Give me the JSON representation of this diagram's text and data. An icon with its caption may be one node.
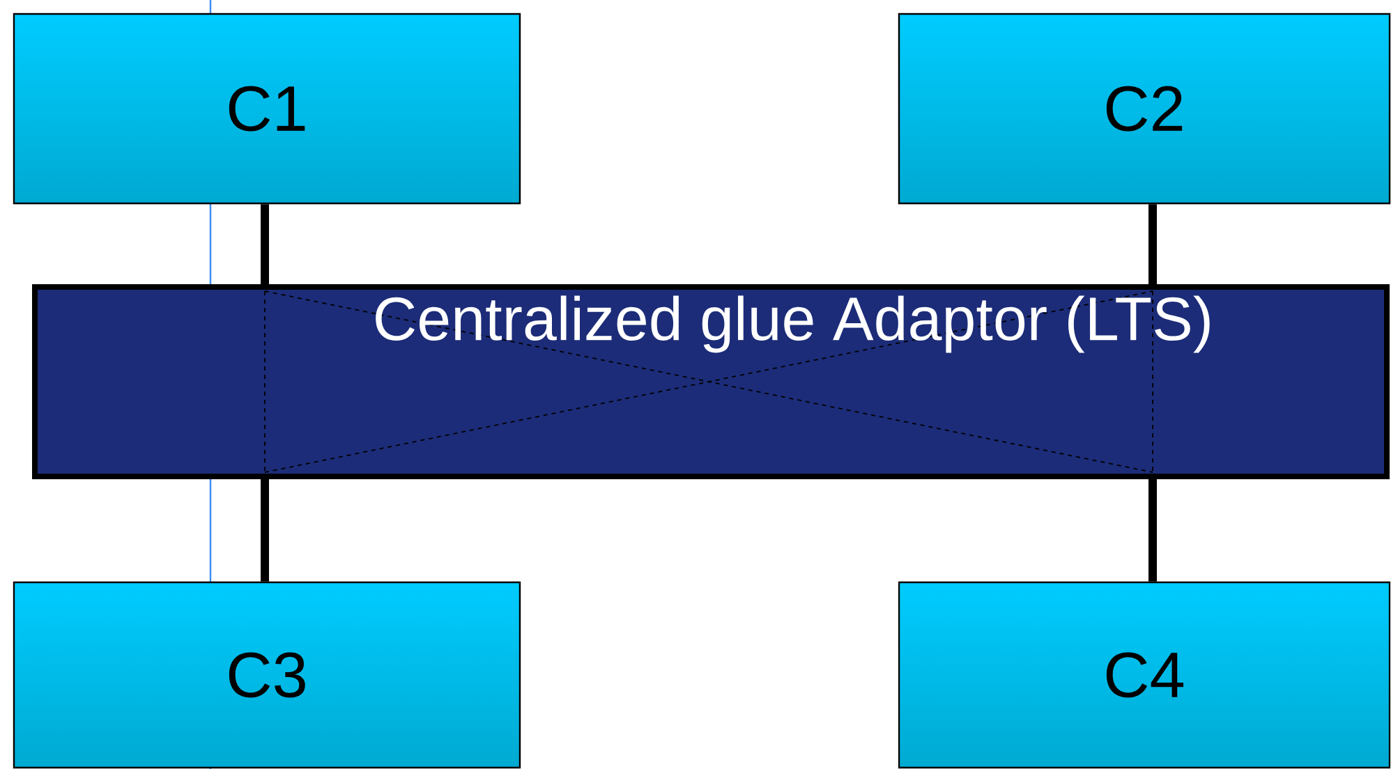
{
  "diagram": {
    "nodes": [
      {
        "text": [
          "C1"
        ]
      },
      {
        "text": [
          "C2"
        ]
      },
      {
        "text": [
          "Centralized glue Adaptor (LTS)"
        ]
      },
      {
        "text": [
          "C3"
        ]
      },
      {
        "text": [
          "C4"
        ]
      }
    ],
    "edges": [
      {
        "from": 0,
        "to": 2,
        "arrow": "none"
      },
      {
        "from": 1,
        "to": 2,
        "arrow": "none"
      },
      {
        "from": 2,
        "to": 3,
        "arrow": "none"
      },
      {
        "from": 2,
        "to": 4,
        "arrow": "none"
      }
    ]
  }
}
